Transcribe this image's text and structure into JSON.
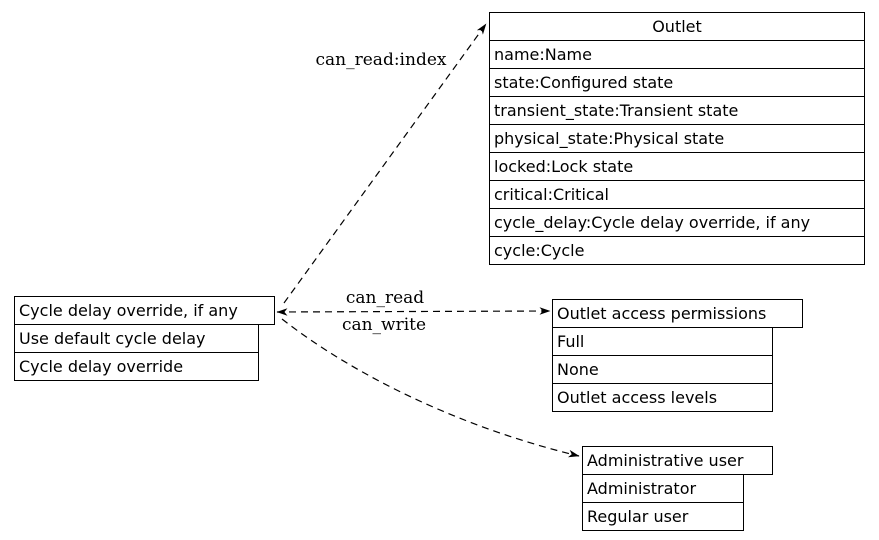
{
  "colors": {
    "background": "#ffffff",
    "line": "#000000",
    "text": "#000000"
  },
  "nodes": {
    "outlet": {
      "title": "Outlet",
      "fields": [
        "name:Name",
        "state:Configured state",
        "transient_state:Transient state",
        "physical_state:Physical state",
        "locked:Lock state",
        "critical:Critical",
        "cycle_delay:Cycle delay override, if any",
        "cycle:Cycle"
      ]
    },
    "cycle_delay_field": {
      "title": "Cycle delay override, if any",
      "fields": [
        "Use default cycle delay",
        "Cycle delay override"
      ]
    },
    "outlet_access_permissions": {
      "title": "Outlet access permissions",
      "fields": [
        "Full",
        "None",
        "Outlet access levels"
      ]
    },
    "administrative_user": {
      "title": "Administrative user",
      "fields": [
        "Administrator",
        "Regular user"
      ]
    }
  },
  "edges": [
    {
      "label": "can_read:index",
      "from": "cycle_delay_field",
      "to": "outlet",
      "style": "dashed"
    },
    {
      "label": "can_read",
      "from": "cycle_delay_field",
      "to": "outlet_access_permissions",
      "style": "dashed"
    },
    {
      "label": "can_write",
      "from": "outlet_access_permissions",
      "to": "cycle_delay_field",
      "style": "dashed"
    },
    {
      "label": "",
      "from": "cycle_delay_field",
      "to": "administrative_user",
      "style": "dashed"
    }
  ]
}
